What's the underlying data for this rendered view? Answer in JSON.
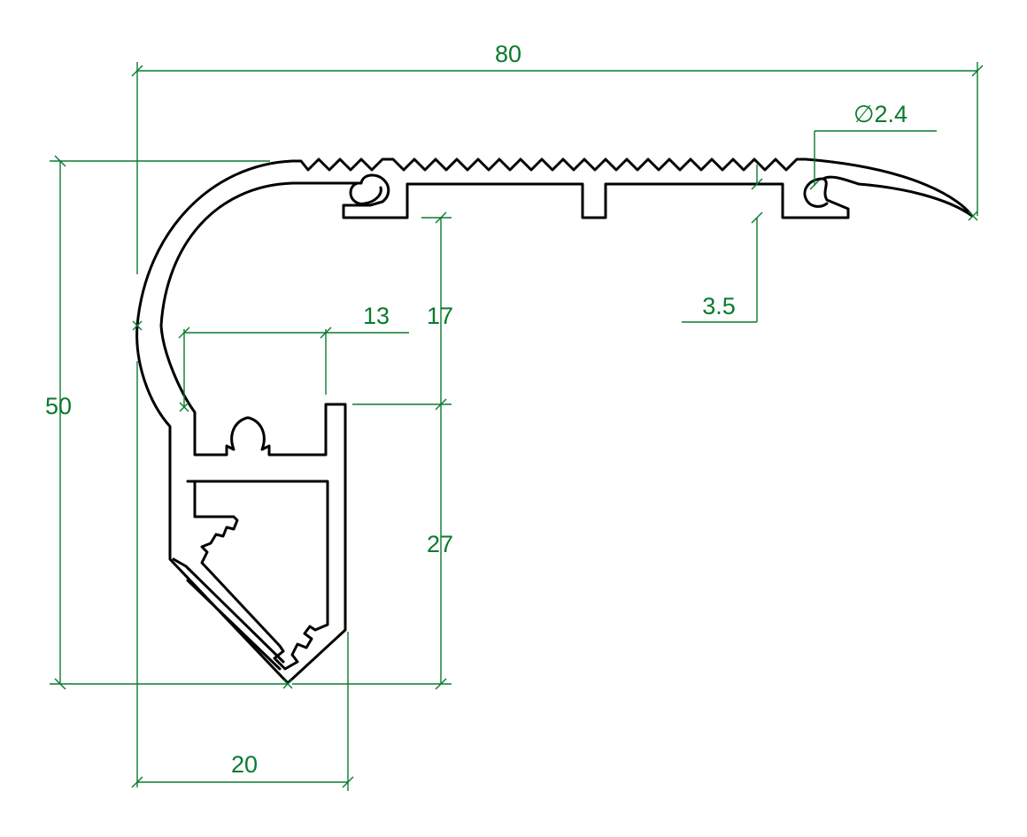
{
  "colors": {
    "dimension": "#0a7a2e",
    "outline": "#000000",
    "background": "#ffffff"
  },
  "dimensions": {
    "overall_width": "80",
    "overall_height": "50",
    "hole_diameter": "∅2.4",
    "groove_depth": "3.5",
    "clip_offset": "13",
    "tread_depth": "17",
    "channel_height": "27",
    "channel_width": "20"
  }
}
